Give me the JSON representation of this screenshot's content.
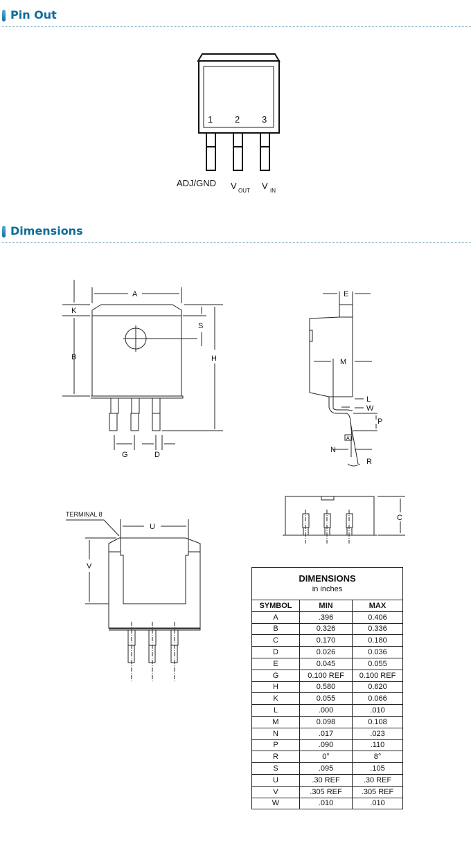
{
  "sections": {
    "pinout": "Pin Out",
    "dimensions": "Dimensions"
  },
  "pinout": {
    "pins": [
      "1",
      "2",
      "3"
    ],
    "labels": {
      "adj": "ADJ/GND",
      "vout_v": "V",
      "vout_sub": "OUT",
      "vin_v": "V",
      "vin_sub": "IN"
    }
  },
  "drawing": {
    "A": "A",
    "K": "K",
    "B": "B",
    "S": "S",
    "H": "H",
    "G": "G",
    "D": "D",
    "E": "E",
    "M": "M",
    "L": "L",
    "W": "W",
    "P": "P",
    "N": "N",
    "R": "R",
    "Adatum": "A",
    "terminal": "TERMINAL 8",
    "U": "U",
    "V": "V",
    "C": "C"
  },
  "table": {
    "title": "DIMENSIONS",
    "subtitle": "in inches",
    "headers": [
      "SYMBOL",
      "MIN",
      "MAX"
    ],
    "rows": [
      [
        "A",
        ".396",
        "0.406"
      ],
      [
        "B",
        "0.326",
        "0.336"
      ],
      [
        "C",
        "0.170",
        "0.180"
      ],
      [
        "D",
        "0.026",
        "0.036"
      ],
      [
        "E",
        "0.045",
        "0.055"
      ],
      [
        "G",
        "0.100 REF",
        "0.100 REF"
      ],
      [
        "H",
        "0.580",
        "0.620"
      ],
      [
        "K",
        "0.055",
        "0.066"
      ],
      [
        "L",
        ".000",
        ".010"
      ],
      [
        "M",
        "0.098",
        "0.108"
      ],
      [
        "N",
        ".017",
        ".023"
      ],
      [
        "P",
        ".090",
        ".110"
      ],
      [
        "R",
        "0°",
        "8°"
      ],
      [
        "S",
        ".095",
        ".105"
      ],
      [
        "U",
        ".30 REF",
        ".30 REF"
      ],
      [
        "V",
        ".305 REF",
        ".305 REF"
      ],
      [
        "W",
        ".010",
        ".010"
      ]
    ]
  }
}
